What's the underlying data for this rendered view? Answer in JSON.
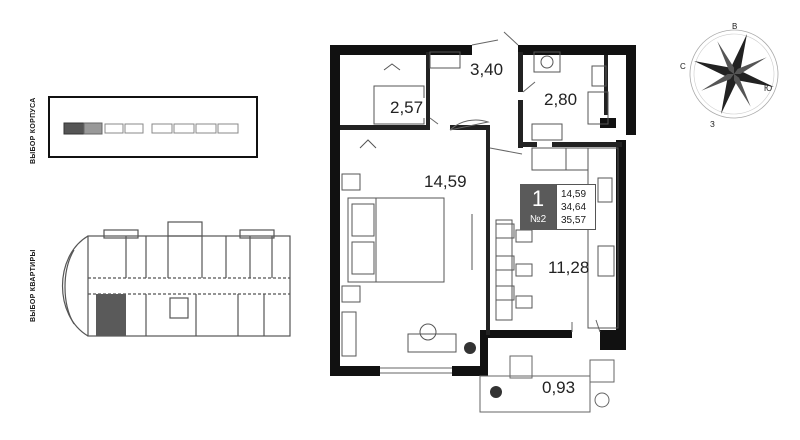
{
  "left_panel": {
    "building_label": "ВЫБОР КОРПУСА",
    "apartment_label": "ВЫБОР КВАРТИРЫ"
  },
  "plan": {
    "rooms": {
      "bedroom": "14,59",
      "storage": "2,57",
      "hall": "3,40",
      "bathroom": "2,80",
      "kitchen": "11,28",
      "balcony": "0,93"
    },
    "info": {
      "rooms_count": "1",
      "number": "№2",
      "living_area": "14,59",
      "total_area": "34,64",
      "total_with_balcony": "35,57"
    }
  },
  "compass": {
    "north": "В",
    "east": "Ю",
    "south": "З",
    "west": "С"
  },
  "colors": {
    "wall": "#111111",
    "selected_unit": "#5a5a5a",
    "outline": "#555555"
  }
}
